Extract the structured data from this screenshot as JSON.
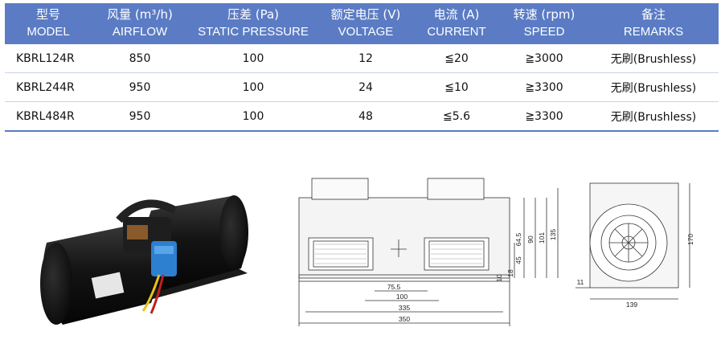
{
  "table": {
    "headers": [
      {
        "cn": "型号",
        "en": "MODEL"
      },
      {
        "cn": "风量 (m³/h)",
        "en": "AIRFLOW"
      },
      {
        "cn": "压差 (Pa)",
        "en": "STATIC PRESSURE"
      },
      {
        "cn": "额定电压 (V)",
        "en": "VOLTAGE"
      },
      {
        "cn": "电流 (A)",
        "en": "CURRENT"
      },
      {
        "cn": "转速 (rpm)",
        "en": "SPEED"
      },
      {
        "cn": "备注",
        "en": "REMARKS"
      }
    ],
    "rows": [
      [
        "KBRL124R",
        "850",
        "100",
        "12",
        "≦20",
        "≧3000",
        "无刷(Brushless)"
      ],
      [
        "KBRL244R",
        "950",
        "100",
        "24",
        "≦10",
        "≧3300",
        "无刷(Brushless)"
      ],
      [
        "KBRL484R",
        "950",
        "100",
        "48",
        "≦5.6",
        "≧3300",
        "无刷(Brushless)"
      ]
    ]
  },
  "drawing": {
    "front_dims": {
      "d75_5": "75.5",
      "d100": "100",
      "d335": "335",
      "d350": "350",
      "d10": "10",
      "d18": "18",
      "d45": "45",
      "d64_5": "64.5",
      "d90": "90",
      "d101": "101",
      "d135": "135"
    },
    "side_dims": {
      "d170": "170",
      "d139": "139",
      "d11": "11"
    }
  },
  "colors": {
    "header_bg": "#5b7cc4",
    "header_text": "#ffffff"
  }
}
